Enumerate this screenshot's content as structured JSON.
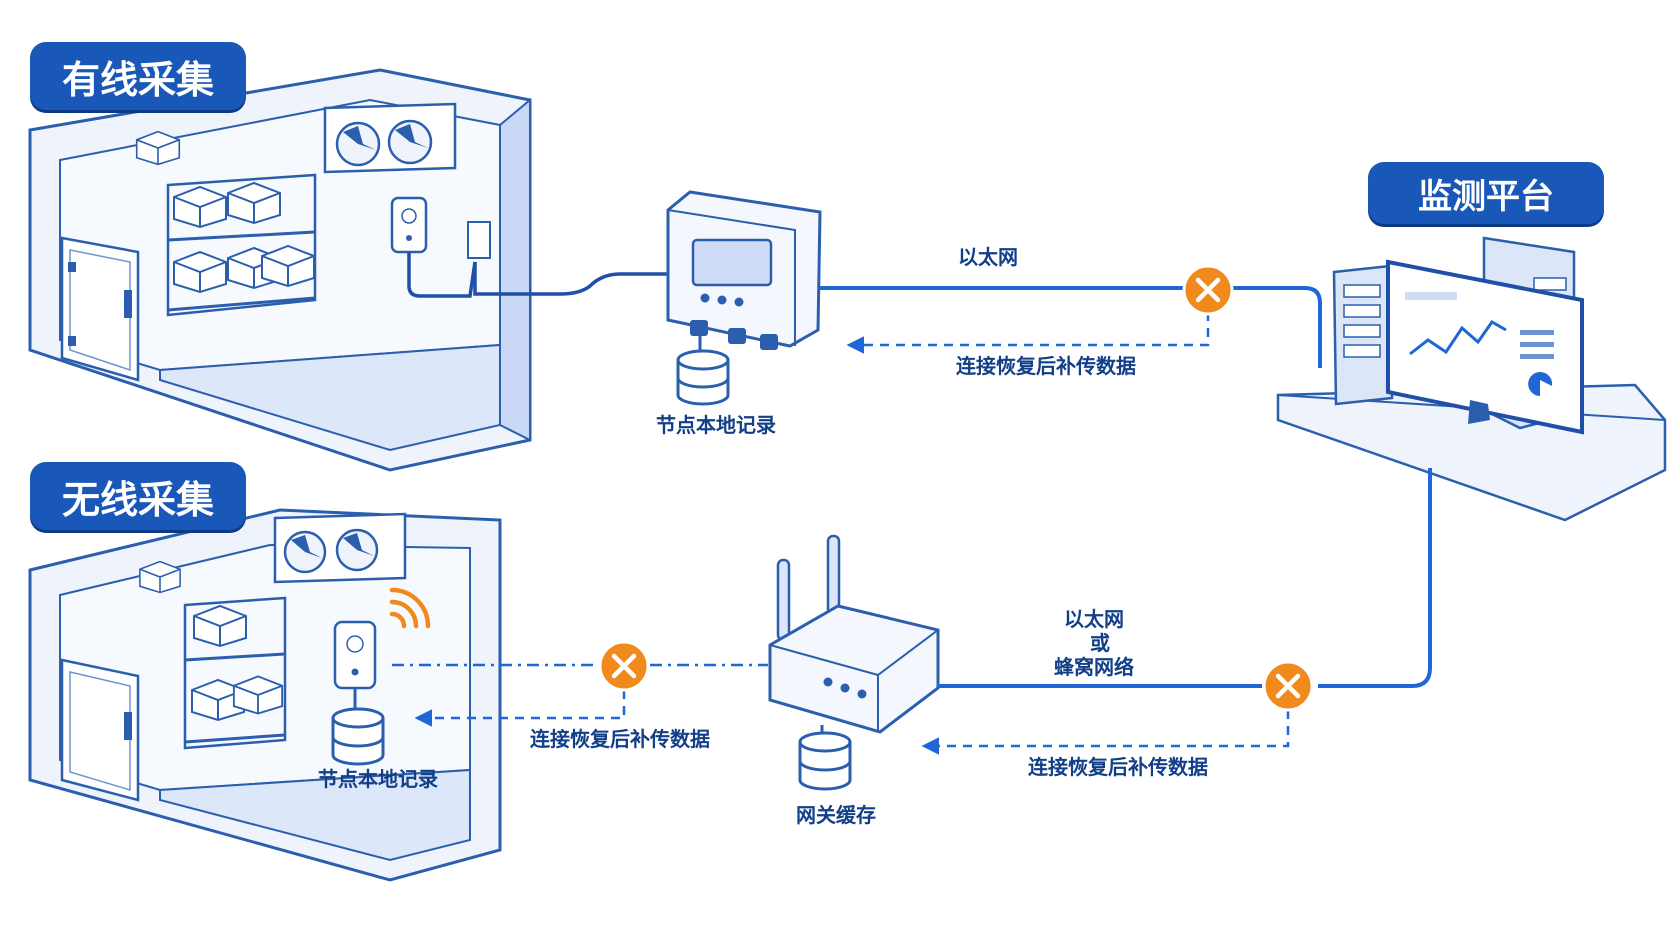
{
  "labels": {
    "wired": "有线采集",
    "wireless": "无线采集",
    "platform": "监测平台",
    "ethernet_top": "以太网",
    "resend_top": "连接恢复后补传数据",
    "node_log_top": "节点本地记录",
    "ethernet_bottom": "以太网",
    "or": "或",
    "cellular": "蜂窝网络",
    "resend_right": "连接恢复后补传数据",
    "resend_left": "连接恢复后补传数据",
    "node_log_bottom": "节点本地记录",
    "gateway_cache": "网关缓存"
  },
  "colors": {
    "primary": "#1957b8",
    "line": "#1f66d6",
    "outline": "#2b5fae",
    "light_fill": "#e6eefb",
    "alert": "#f08a1c"
  },
  "icons": [
    "fan-icon",
    "sensor-icon",
    "database-icon",
    "antenna-icon",
    "wifi-signal-icon",
    "disconnect-x-icon",
    "monitor-chart-icon",
    "server-icon"
  ]
}
